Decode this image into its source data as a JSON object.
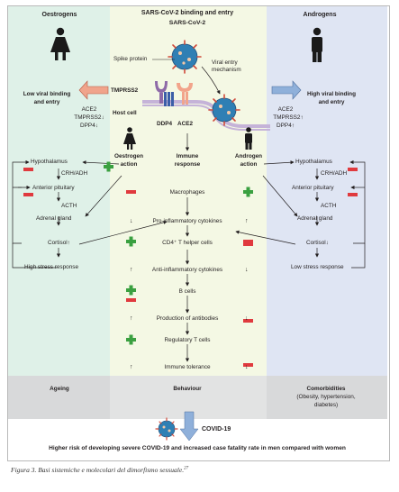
{
  "header": {
    "oestrogens": "Oestrogens",
    "sars_title": "SARS-CoV-2 binding and entry",
    "sars_sub": "SARS-CoV-2",
    "androgens": "Androgens"
  },
  "top_labels": {
    "spike_protein": "Spike protein",
    "viral_entry_1": "Viral entry",
    "viral_entry_2": "mechanism",
    "tmprss2": "TMPRSS2",
    "host_cell": "Host cell",
    "dpp4": "DDP4",
    "ace2": "ACE2"
  },
  "left_box": {
    "binding_1": "Low viral binding",
    "binding_2": "and entry",
    "ace2": "ACE2",
    "tmprss2": "TMPRSS2↓",
    "dpp4": "DPP4↓",
    "hypothalamus": "Hypothalamus",
    "crh": "CRH/ADH",
    "pituitary": "Anterior pituitary",
    "acth": "ACTH",
    "adrenal": "Adrenal gland",
    "cortisol": "Cortisol↑",
    "stress": "High stress response"
  },
  "right_box": {
    "binding_1": "High viral binding",
    "binding_2": "and entry",
    "ace2": "ACE2",
    "tmprss2": "TMPRSS2↑",
    "dpp4": "DPP4↑",
    "hypothalamus": "Hypothalamus",
    "crh": "CRH/ADH",
    "pituitary": "Anterior pituitary",
    "acth": "ACTH",
    "adrenal": "Adrenal gland",
    "cortisol": "Cortisol↓",
    "stress": "Low stress response"
  },
  "middle": {
    "oestrogen_action_1": "Oestrogen",
    "oestrogen_action_2": "action",
    "immune_1": "Immune",
    "immune_2": "response",
    "androgen_action_1": "Androgen",
    "androgen_action_2": "action",
    "macrophages": "Macrophages",
    "proinflam": "Pro-inflammatory cytokines",
    "cd4": "CD4⁺ T helper cells",
    "antiinflam": "Anti-inflammatory cytokines",
    "bcells": "B cells",
    "antibodies": "Production of antibodies",
    "treg": "Regulatory T cells",
    "tolerance": "Immune tolerance",
    "up": "↑",
    "down": "↓"
  },
  "bottom": {
    "ageing": "Ageing",
    "behaviour": "Behaviour",
    "comorbidities": "Comorbidities",
    "comorb_detail_1": "(Obesity, hypertension,",
    "comorb_detail_2": "diabetes)",
    "covid": "COVID-19",
    "conclusion": "Higher risk of developing severe COVID-19 and increased case fatality rate in men compared with women"
  },
  "caption": "Figura 3. Basi sistemiche e molecolari del dimorfismo sessuale.",
  "caption_ref": "27",
  "colors": {
    "green_panel": "#dff1e8",
    "blue_panel": "#dfe5f3",
    "mid_panel": "#f4f8e4",
    "plus_green": "#3aa040",
    "minus_red": "#e03a3e",
    "virus_blue": "#2f7fb4",
    "receptor_purple": "#8e6aa8",
    "receptor_salmon": "#f2a48b"
  }
}
